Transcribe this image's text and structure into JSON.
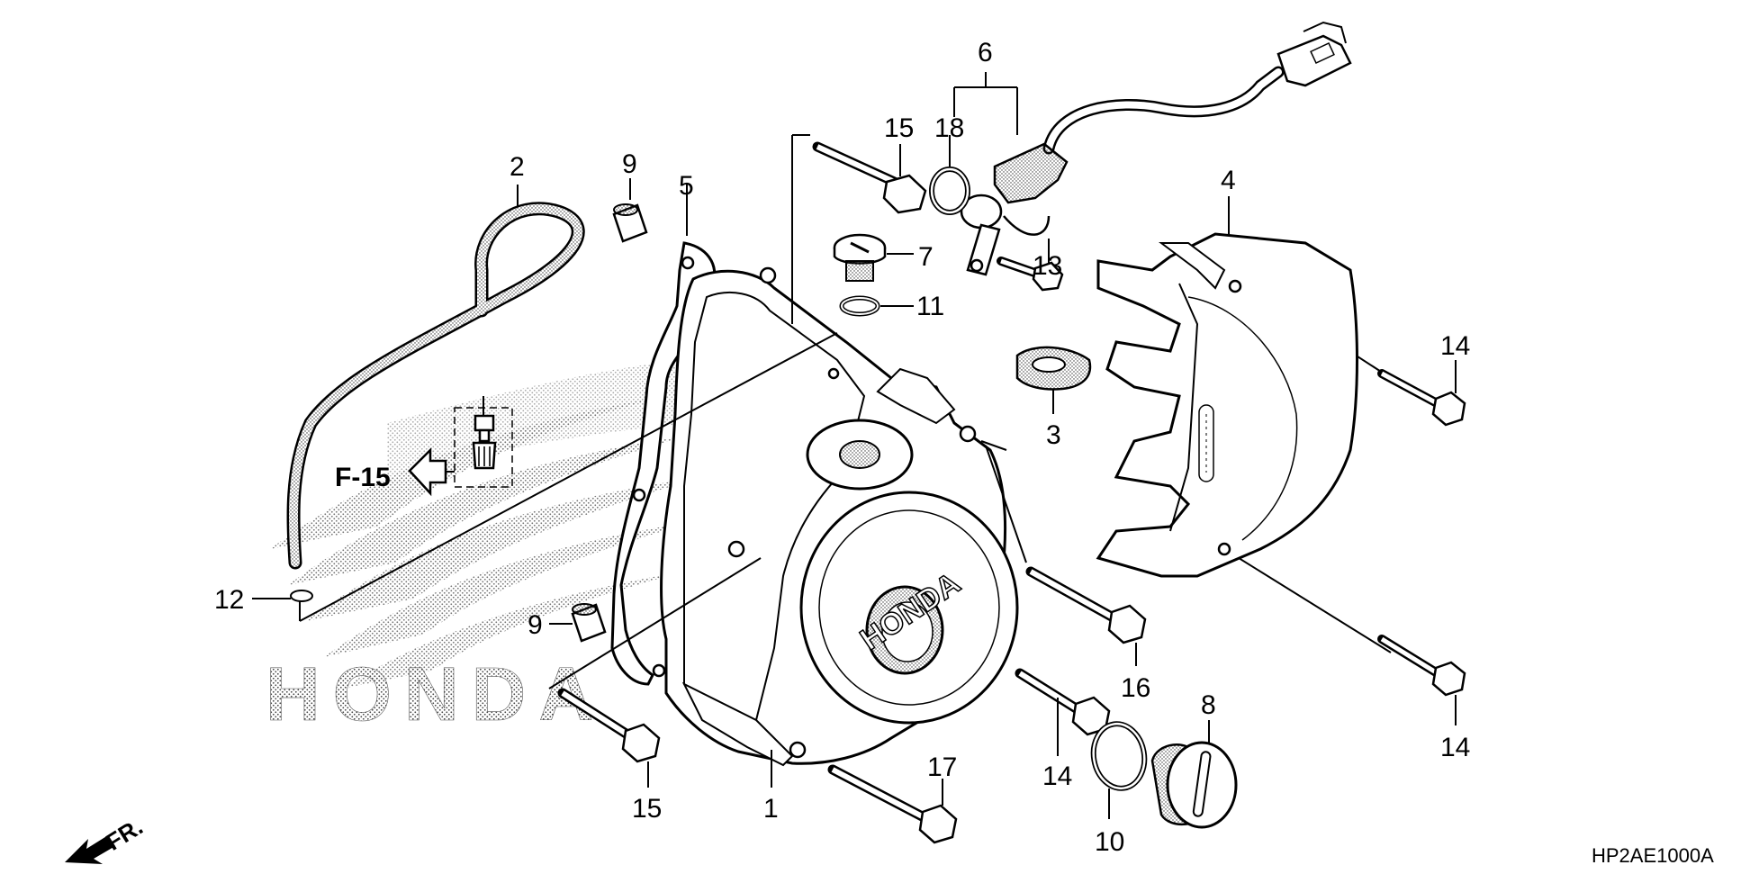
{
  "diagram": {
    "reference_tag": "F-15",
    "front_label": "FR.",
    "catalog_code": "HP2AE1000A",
    "watermark_text": "HONDA",
    "cover_brand_text": "HONDA",
    "callouts": [
      {
        "id": "c1",
        "label": "1"
      },
      {
        "id": "c2",
        "label": "2"
      },
      {
        "id": "c3",
        "label": "3"
      },
      {
        "id": "c4",
        "label": "4"
      },
      {
        "id": "c5",
        "label": "5"
      },
      {
        "id": "c6",
        "label": "6"
      },
      {
        "id": "c7",
        "label": "7"
      },
      {
        "id": "c8",
        "label": "8"
      },
      {
        "id": "c9a",
        "label": "9"
      },
      {
        "id": "c9b",
        "label": "9"
      },
      {
        "id": "c10",
        "label": "10"
      },
      {
        "id": "c11",
        "label": "11"
      },
      {
        "id": "c12",
        "label": "12"
      },
      {
        "id": "c13",
        "label": "13"
      },
      {
        "id": "c14a",
        "label": "14"
      },
      {
        "id": "c14b",
        "label": "14"
      },
      {
        "id": "c14c",
        "label": "14"
      },
      {
        "id": "c15a",
        "label": "15"
      },
      {
        "id": "c15b",
        "label": "15"
      },
      {
        "id": "c16",
        "label": "16"
      },
      {
        "id": "c17",
        "label": "17"
      },
      {
        "id": "c18",
        "label": "18"
      }
    ]
  }
}
